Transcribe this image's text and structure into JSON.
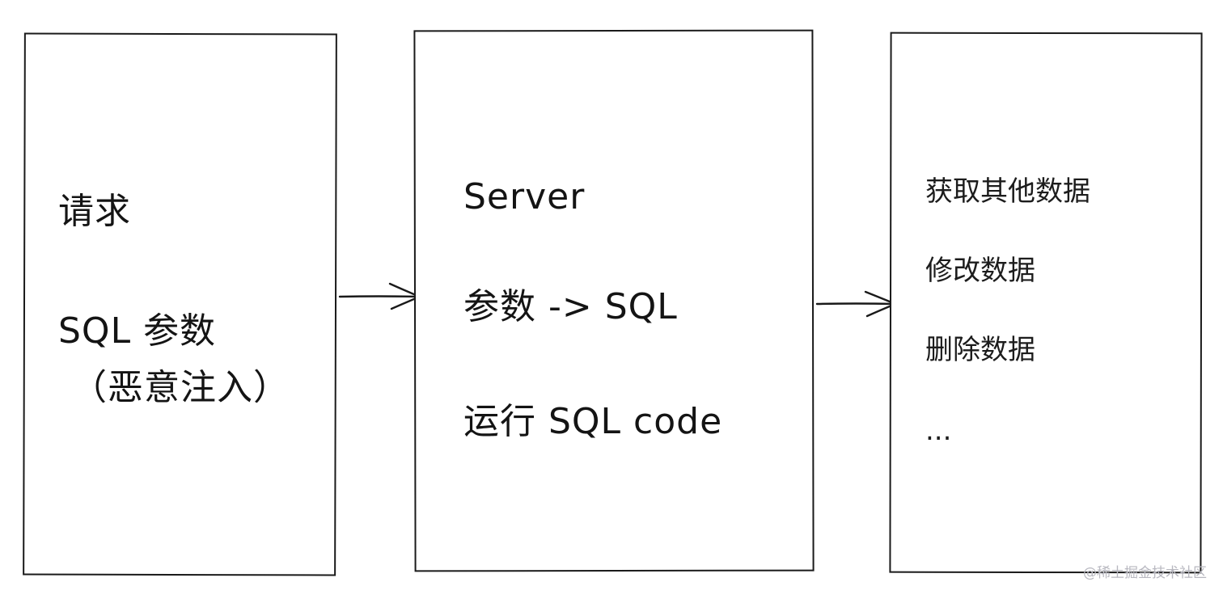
{
  "diagram": {
    "request_box": {
      "title": "请求",
      "line_1": "SQL 参数",
      "line_2": "（恶意注入）"
    },
    "server_box": {
      "title": "Server",
      "line_1": "参数 -> SQL",
      "line_2": "运行 SQL code"
    },
    "effects_box": {
      "items": [
        "获取其他数据",
        "修改数据",
        "删除数据",
        "..."
      ]
    }
  },
  "watermark": "@稀土掘金技术社区",
  "colors": {
    "stroke": "#1a1a1a",
    "background": "#ffffff",
    "watermark": "#b8b8c0"
  }
}
